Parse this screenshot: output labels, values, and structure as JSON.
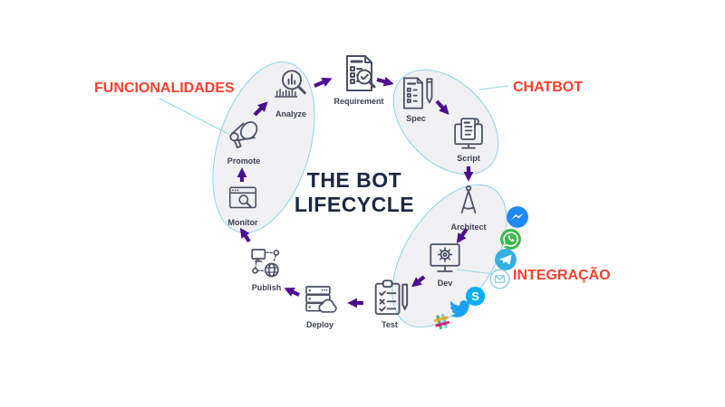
{
  "title": {
    "line1": "THE BOT",
    "line2": "LIFECYCLE"
  },
  "annotations": {
    "funcionalidades": "FUNCIONALIDADES",
    "chatbot": "CHATBOT",
    "integracao": "INTEGRAÇÃO"
  },
  "stages": [
    {
      "id": "analyze",
      "label": "Analyze"
    },
    {
      "id": "requirement",
      "label": "Requirement"
    },
    {
      "id": "spec",
      "label": "Spec"
    },
    {
      "id": "script",
      "label": "Script"
    },
    {
      "id": "architect",
      "label": "Architect"
    },
    {
      "id": "dev",
      "label": "Dev"
    },
    {
      "id": "test",
      "label": "Test"
    },
    {
      "id": "deploy",
      "label": "Deploy"
    },
    {
      "id": "publish",
      "label": "Publish"
    },
    {
      "id": "monitor",
      "label": "Monitor"
    },
    {
      "id": "promote",
      "label": "Promote"
    }
  ],
  "channels": [
    {
      "name": "messenger",
      "color": "#1e88f7"
    },
    {
      "name": "whatsapp",
      "color": "#3db94e"
    },
    {
      "name": "telegram",
      "color": "#37aee2"
    },
    {
      "name": "email",
      "color": "#85c8de"
    },
    {
      "name": "skype",
      "color": "#00aff0",
      "glyph": "S"
    },
    {
      "name": "twitter",
      "color": "#1da1f2"
    },
    {
      "name": "slack",
      "colors": [
        "#3eb991",
        "#6ecadc",
        "#e9a820",
        "#e01765"
      ]
    }
  ],
  "colors": {
    "annotation_red": "#f9402e",
    "arrow_purple": "#4d0d91",
    "ellipse_fill": "#f1f1f3",
    "ellipse_border": "#8ad5e5",
    "icon_stroke": "#4a5065",
    "title_navy": "#1d2742"
  }
}
